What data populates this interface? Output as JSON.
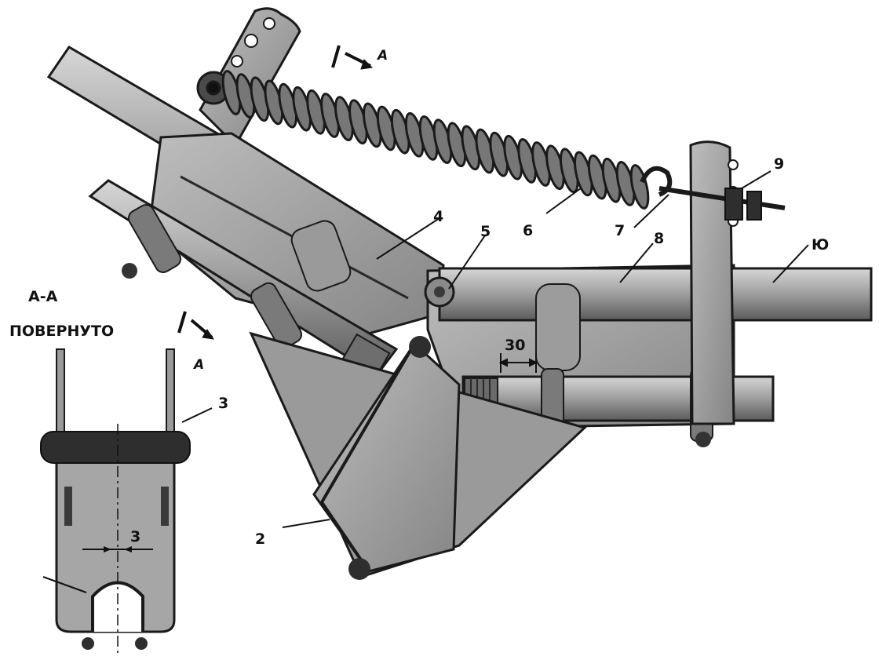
{
  "callouts": {
    "c2": "2",
    "c3": "3",
    "c4": "4",
    "c5": "5",
    "c6": "6",
    "c7": "7",
    "c8": "8",
    "c9": "9",
    "c10": "Ю"
  },
  "section": {
    "title": "А-А",
    "subtitle": "ПОВЕРНУТО",
    "marker_top": "А",
    "marker_left": "А"
  },
  "dimensions": {
    "gap_30": "30",
    "gap_3": "3"
  },
  "colors": {
    "ink": "#1a1a1a",
    "metal_light": "#a9a9a9",
    "metal_mid": "#8c8c8c",
    "metal_dark": "#5a5a5a"
  }
}
